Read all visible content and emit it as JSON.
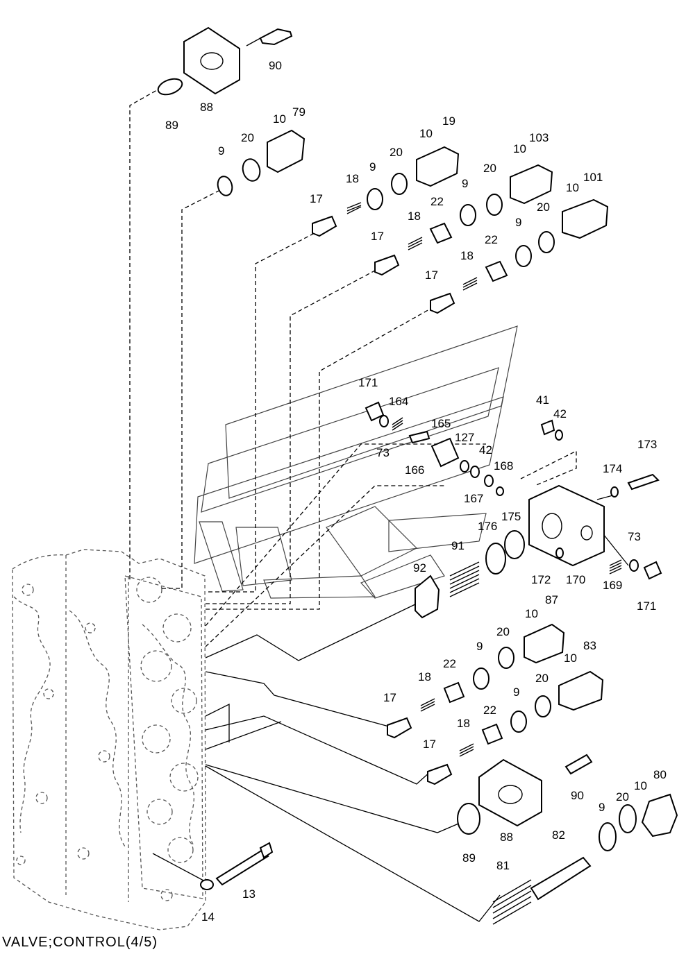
{
  "caption": "VALVE;CONTROL(4/5)",
  "callouts": {
    "c90a": "90",
    "c88a": "88",
    "c89a": "89",
    "c79": "79",
    "c10a": "10",
    "c20a": "20",
    "c9a": "9",
    "c19": "19",
    "c10b": "10",
    "c20b": "20",
    "c9b": "9",
    "c18a": "18",
    "c17a": "17",
    "c103": "103",
    "c10c": "10",
    "c20c": "20",
    "c9c": "9",
    "c22a": "22",
    "c18b": "18",
    "c17b": "17",
    "c101": "101",
    "c10d": "10",
    "c20d": "20",
    "c9d": "9",
    "c22b": "22",
    "c18c": "18",
    "c17c": "17",
    "c171a": "171",
    "c164": "164",
    "c73a": "73",
    "c165": "165",
    "c166": "166",
    "c127": "127",
    "c42a": "42",
    "c167": "167",
    "c41": "41",
    "c42b": "42",
    "c168": "168",
    "c173": "173",
    "c174": "174",
    "c175": "175",
    "c176": "176",
    "c91": "91",
    "c92": "92",
    "c172": "172",
    "c170": "170",
    "c73b": "73",
    "c169": "169",
    "c171b": "171",
    "c87": "87",
    "c10e": "10",
    "c20e": "20",
    "c9e": "9",
    "c22c": "22",
    "c18d": "18",
    "c17d": "17",
    "c83": "83",
    "c10f": "10",
    "c20f": "20",
    "c9f": "9",
    "c22d": "22",
    "c18e": "18",
    "c17e": "17",
    "c90b": "90",
    "c88b": "88",
    "c89b": "89",
    "c80": "80",
    "c10g": "10",
    "c20g": "20",
    "c9g": "9",
    "c82": "82",
    "c81": "81",
    "c13": "13",
    "c14": "14"
  }
}
